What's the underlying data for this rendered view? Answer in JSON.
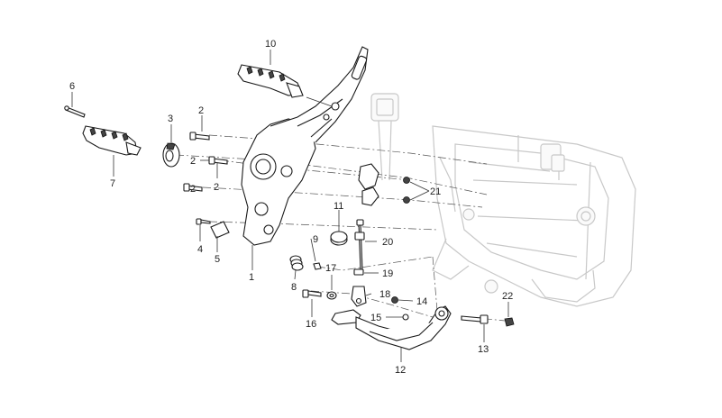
{
  "callouts": {
    "c1": "1",
    "c2a": "2",
    "c2b": "2",
    "c2c": "2",
    "c2d": "2",
    "c3": "3",
    "c4": "4",
    "c5": "5",
    "c6": "6",
    "c7": "7",
    "c8": "8",
    "c9": "9",
    "c10": "10",
    "c11": "11",
    "c12": "12",
    "c13": "13",
    "c14": "14",
    "c15": "15",
    "c16": "16",
    "c17": "17",
    "c18": "18",
    "c19": "19",
    "c20": "20",
    "c21": "21",
    "c22": "22"
  }
}
